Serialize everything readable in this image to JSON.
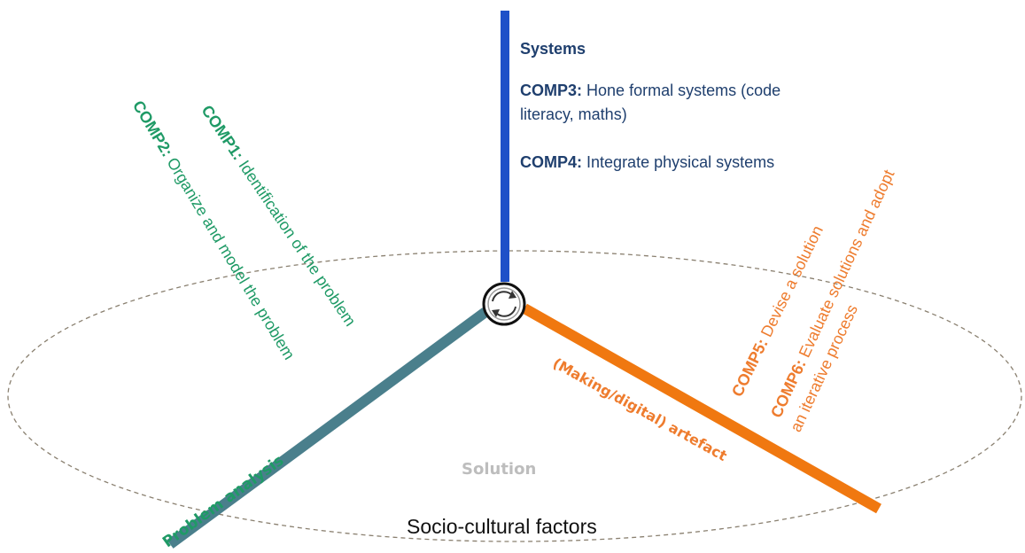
{
  "systems": {
    "title": "Systems",
    "comp3_code": "COMP3:",
    "comp3_text": "Hone formal systems (code",
    "comp3_text2": "literacy, maths)",
    "comp4_code": "COMP4:",
    "comp4_text": "Integrate physical systems"
  },
  "problem": {
    "axis_label": "Problem analysis",
    "comp1_code": "COMP1:",
    "comp1_text": "Identification of the problem",
    "comp2_code": "COMP2:",
    "comp2_text": "Organize and model the problem"
  },
  "artefact": {
    "axis_label": "(Making/digital) artefact",
    "comp5_code": "COMP5:",
    "comp5_text": "Devise a solution",
    "comp6_code": "COMP6:",
    "comp6_text": "Evaluate solutions and adopt",
    "comp6_text2": "an iterative process"
  },
  "center": {
    "solution_label": "Solution",
    "icon": "cycle-icon"
  },
  "footer": {
    "socio_label": "Socio-cultural factors"
  },
  "colors": {
    "systems_axis": "#1e50c8",
    "problem_axis": "#4a7f8c",
    "artefact_axis": "#f07810",
    "green_text": "#1f9a66",
    "orange_text": "#ee7c2e",
    "navy_text": "#1f3f6e",
    "ellipse": "#8a8070"
  }
}
